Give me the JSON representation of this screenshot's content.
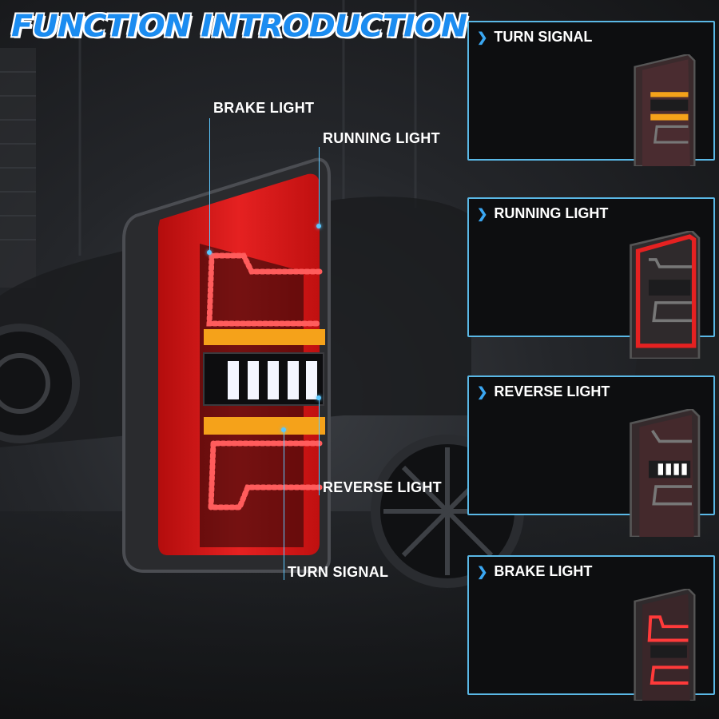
{
  "title": "FUNCTION INTRODUCTION",
  "callouts": {
    "brake": "BRAKE LIGHT",
    "running": "RUNNING LIGHT",
    "reverse": "REVERSE LIGHT",
    "turn": "TURN SIGNAL"
  },
  "panels": [
    {
      "label": "TURN SIGNAL",
      "icon": "chevron-right-icon"
    },
    {
      "label": "RUNNING LIGHT",
      "icon": "chevron-right-icon"
    },
    {
      "label": "REVERSE LIGHT",
      "icon": "chevron-right-icon"
    },
    {
      "label": "BRAKE LIGHT",
      "icon": "chevron-right-icon"
    }
  ],
  "arrow_glyph": "❯",
  "colors": {
    "accent": "#1b8cf0",
    "callout_line": "#5cc8ff",
    "panel_border": "#5ab8e6",
    "lamp_red": "#d41414",
    "turn_amber": "#f5a21a",
    "reverse_white": "#ffffff"
  }
}
